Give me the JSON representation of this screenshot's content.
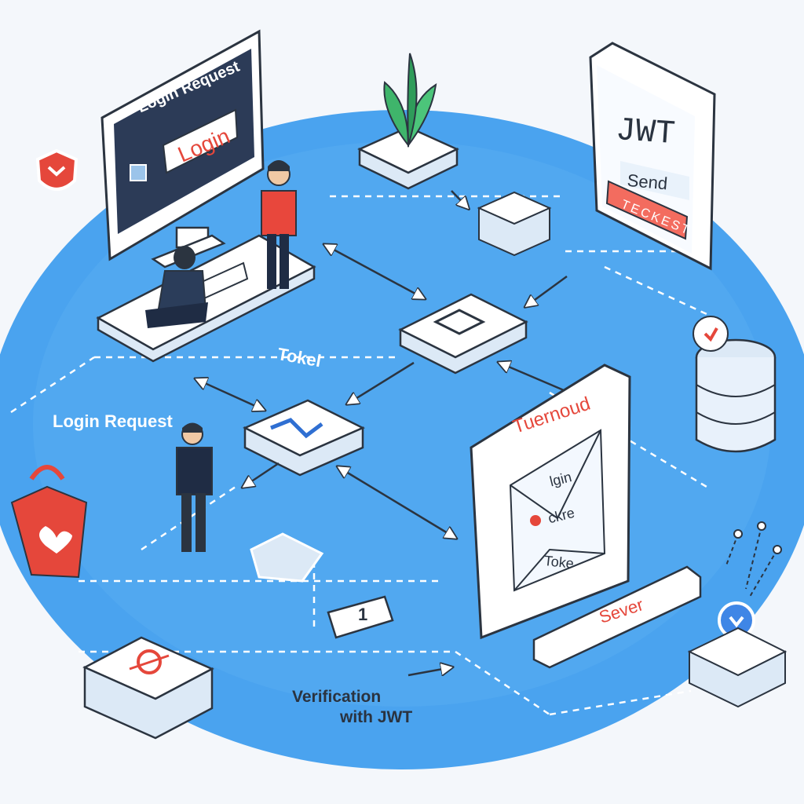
{
  "colors": {
    "background": "#f4f7fb",
    "platform_blue": "#4aa3ef",
    "card_white": "#ffffff",
    "outline": "#2b3440",
    "accent_red": "#e5473b",
    "shirt_red": "#e8473c",
    "navy": "#1f2c44",
    "leaf_green": "#3fb56b"
  },
  "labels": {
    "monitor_title": "Login Request",
    "monitor_button": "Login",
    "jwt_card_title": "JWT",
    "jwt_card_send": "Send",
    "jwt_card_button": "TECKEST",
    "center_token": "Tokel",
    "left_login_request": "Login Request",
    "panel_title": "Tuernoud",
    "panel_line1": "lgin",
    "panel_line2": "ckre",
    "panel_line3": "Toke",
    "server_button": "Sever",
    "step_badge": "1",
    "verification_line1": "Verification",
    "verification_line2": "with JWT"
  },
  "icons": {
    "shield": "shield-heart-icon",
    "bag": "shopping-bag-heart-icon",
    "plant": "plant-icon",
    "database": "database-icon",
    "location": "location-pin-icon",
    "network": "network-icon"
  }
}
